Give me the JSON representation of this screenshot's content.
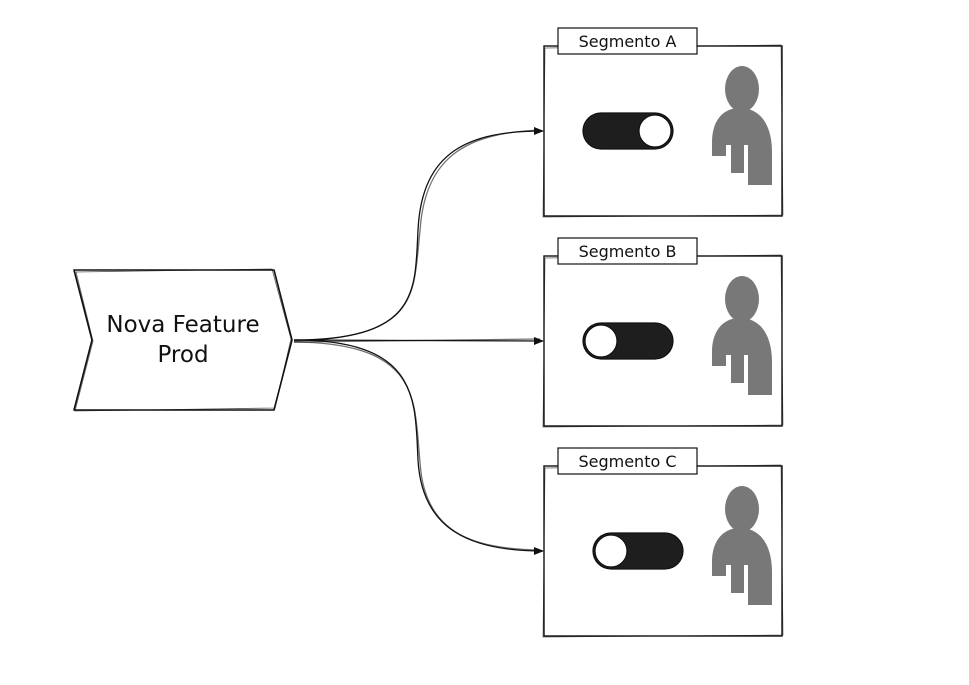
{
  "source": {
    "label_line1": "Nova Feature",
    "label_line2": "Prod"
  },
  "segments": [
    {
      "label": "Segmento A",
      "toggle": "on"
    },
    {
      "label": "Segmento B",
      "toggle": "off"
    },
    {
      "label": "Segmento C",
      "toggle": "off"
    }
  ],
  "icons": {
    "toggle": "toggle-switch-icon",
    "user": "user-icon"
  },
  "colors": {
    "stroke": "#111111",
    "toggle_track": "#1e1e1e",
    "toggle_knob": "#ffffff",
    "user_icon": "#787878"
  }
}
